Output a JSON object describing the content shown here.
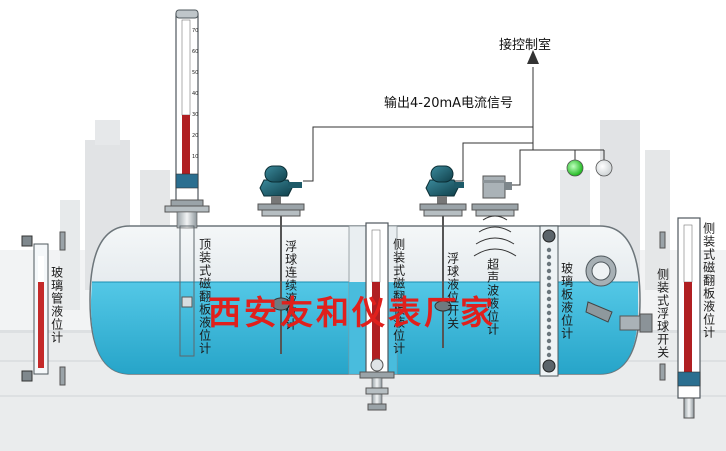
{
  "colors": {
    "liquid": "#2cb4d8",
    "vessel_shell": "#dfe6ea",
    "float_red": "#b01f22",
    "panel_green": "#33dd33",
    "watermark": "#e0201c",
    "transmitter": "#1c5f6e",
    "background_plant": "#c8ccd0"
  },
  "labels": {
    "control_room": "接控制室",
    "signal": "输出4-20mA电流信号",
    "top_magnetic": "顶装式磁翻板液位计",
    "float_continuous": "浮球连续液位计",
    "side_magnetic_a": "侧装式磁翻板液位计",
    "float_switch": "浮球液位开关",
    "ultrasonic": "超声波液位计",
    "glass_plate": "玻璃板液位计",
    "side_float_switch": "侧装式浮球开关",
    "side_magnetic_b": "侧装式磁翻板液位计",
    "glass_tube": "玻璃管液位计"
  },
  "watermark": "西安友和仪表厂家",
  "scale_ticks": [
    "70",
    "60",
    "50",
    "40",
    "30",
    "20",
    "10"
  ],
  "icons": [
    "junction-box-icon",
    "ultrasonic-sensor-icon",
    "indicator-lamp-icon",
    "arrow-up-icon"
  ]
}
